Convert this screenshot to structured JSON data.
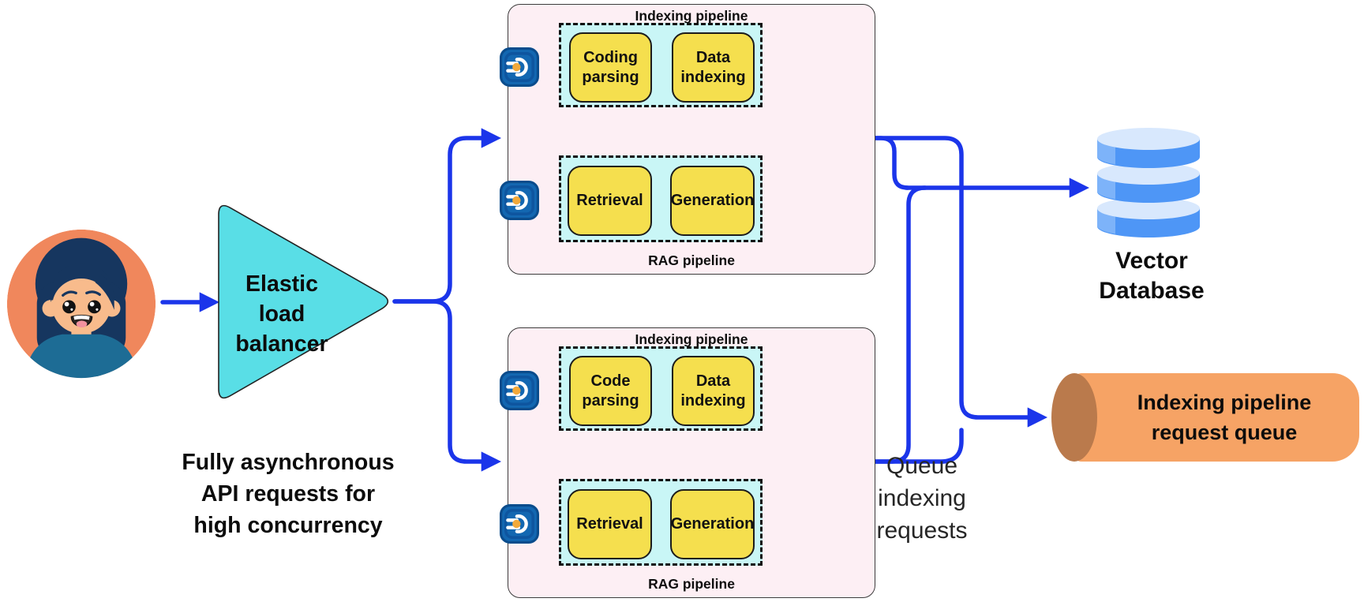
{
  "load_balancer": {
    "lines": [
      "Elastic load",
      "balancer"
    ]
  },
  "caption": {
    "lines": [
      "Fully asynchronous",
      "API requests for",
      "high concurrency"
    ]
  },
  "servers": [
    {
      "indexing_pipeline": {
        "label": "Indexing pipeline",
        "nodes": [
          {
            "lines": [
              "Coding",
              "parsing"
            ]
          },
          {
            "lines": [
              "Data",
              "indexing"
            ]
          }
        ]
      },
      "rag_pipeline": {
        "label": "RAG pipeline",
        "nodes": [
          "Retrieval",
          "Generation"
        ]
      }
    },
    {
      "indexing_pipeline": {
        "label": "Indexing pipeline",
        "nodes": [
          {
            "lines": [
              "Code",
              "parsing"
            ]
          },
          {
            "lines": [
              "Data",
              "indexing"
            ]
          }
        ]
      },
      "rag_pipeline": {
        "label": "RAG pipeline",
        "nodes": [
          "Retrieval",
          "Generation"
        ]
      }
    }
  ],
  "vector_database": {
    "lines": [
      "Vector",
      "Database"
    ]
  },
  "request_queue": {
    "lines": [
      "Indexing pipeline",
      "request queue"
    ]
  },
  "queue_note": {
    "lines": [
      "Queue",
      "indexing",
      "requests"
    ]
  },
  "colors": {
    "arrow_blue": "#1b35ea",
    "server_box_pink": "#fdeff4",
    "pipeline_cyan": "#c9f6f6",
    "node_yellow": "#f5df4e",
    "balancer_teal": "#59dee6",
    "queue_orange": "#f6a365",
    "queue_cap_brown": "#ba7a4c",
    "database_blue": "#4e96f6",
    "api_icon_blue": "#1367b1"
  }
}
